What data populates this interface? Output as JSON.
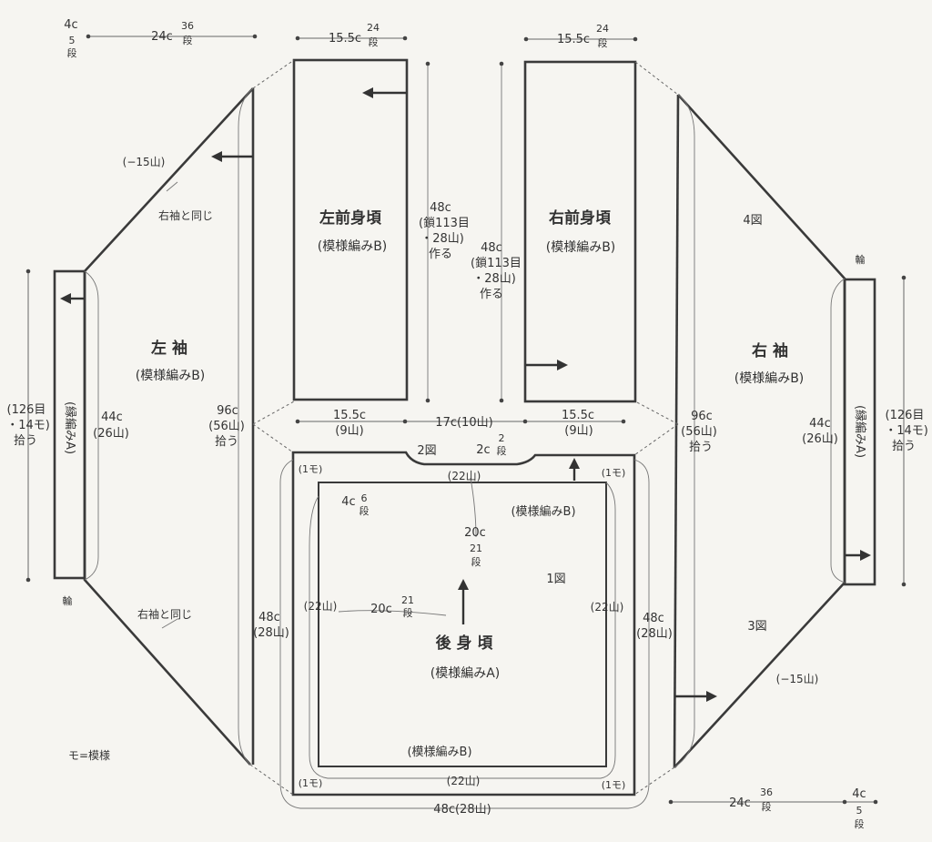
{
  "pieces": {
    "left_front": {
      "title": "左前身頃",
      "pattern": "(模様編みB)"
    },
    "right_front": {
      "title": "右前身頃",
      "pattern": "(模様編みB)"
    },
    "left_sleeve": {
      "title": "左 袖",
      "pattern": "(模様編みB)"
    },
    "right_sleeve": {
      "title": "右 袖",
      "pattern": "(模様編みB)"
    },
    "back": {
      "title": "後 身 頃",
      "pattern": "(模様編みA)"
    }
  },
  "labels": {
    "pick_up_center_1": "48c",
    "pick_up_center_2": "(鎖113目",
    "pick_up_center_3": "・28山)",
    "pick_up_center_4": "作る",
    "pick_up_center_b1": "48c",
    "pick_up_center_b2": "(鎖113目",
    "pick_up_center_b3": "・28山)",
    "pick_up_center_b4": "作る",
    "fig1": "1図",
    "fig2": "2図",
    "fig3": "3図",
    "fig4": "4図",
    "same_as_right_top": "右袖と同じ",
    "same_as_right_bottom": "右袖と同じ",
    "minus15_left": "(−15山)",
    "minus15_right": "(−15山)",
    "ring_left": "輪",
    "ring_right": "輪",
    "legend": "モ=模様",
    "edge_a_left": "(縁編みA)",
    "edge_a_right": "(縁編みA)",
    "edge_side_left_1": "44c",
    "edge_side_left_2": "(26山)",
    "edge_side_right_1": "44c",
    "edge_side_right_2": "(26山)",
    "pick_left_1": "(126目",
    "pick_left_2": "・14モ)",
    "pick_left_3": "拾う",
    "pick_right_1": "(126目",
    "pick_right_2": "・14モ)",
    "pick_right_3": "拾う",
    "sleeve_left_1": "96c",
    "sleeve_left_2": "(56山)",
    "sleeve_left_3": "拾う",
    "sleeve_right_1": "96c",
    "sleeve_right_2": "(56山)",
    "sleeve_right_3": "拾う",
    "back_side_left_1": "48c",
    "back_side_left_2": "(28山)",
    "back_side_right_1": "48c",
    "back_side_right_2": "(28山)",
    "back_bottom": "48c(28山)",
    "inner_22_top": "(22山)",
    "inner_22_bottom": "(22山)",
    "inner_22_left": "(22山)",
    "inner_22_right": "(22山)",
    "corner_tl": "(1モ)",
    "corner_tr": "(1モ)",
    "corner_bl": "(1モ)",
    "corner_br": "(1モ)",
    "pattern_b_top": "(模様編みB)",
    "pattern_b_bottom": "(模様編みB)",
    "mid_20c_a": "20c",
    "mid_21_a": "21",
    "mid_dan_a": "段",
    "mid_20c_b": "20c",
    "mid_21_b": "21",
    "mid_dan_b": "段",
    "c4": "4c",
    "c4_6": "6",
    "c4_dan": "段",
    "c2": "2c",
    "c2_2": "2",
    "c2_dan": "段",
    "front_width_left_1": "15.5c",
    "front_width_left_2": "(9山)",
    "front_width_right_1": "15.5c",
    "front_width_right_2": "(9山)",
    "center_gap": "17c(10山)",
    "top_4c": "4c",
    "top_5": "5",
    "top_dan_a": "段",
    "top_24c": "24c",
    "top_36": "36",
    "top_dan_b": "段",
    "top_155_left": "15.5c",
    "top_24_left": "24",
    "top_dan_left": "段",
    "top_155_right": "15.5c",
    "top_24_right": "24",
    "top_dan_right": "段",
    "bot_24c": "24c",
    "bot_36": "36",
    "bot_dan_a": "段",
    "bot_4c": "4c",
    "bot_5": "5",
    "bot_dan_b": "段"
  }
}
